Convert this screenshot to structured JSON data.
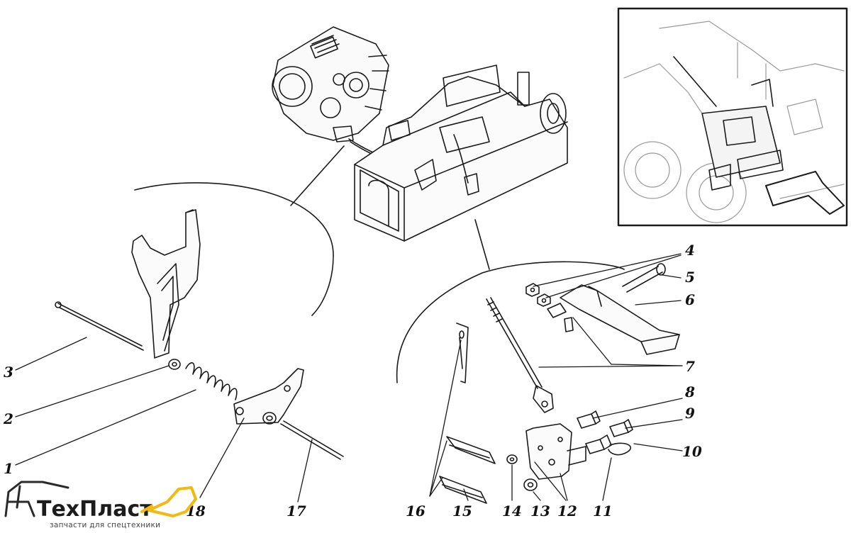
{
  "callouts": {
    "n1": "1",
    "n2": "2",
    "n3": "3",
    "n4": "4",
    "n5": "5",
    "n6": "6",
    "n7": "7",
    "n8": "8",
    "n9": "9",
    "n10": "10",
    "n11": "11",
    "n12": "12",
    "n13": "13",
    "n14": "14",
    "n15": "15",
    "n16": "16",
    "n17": "17",
    "n18": "18"
  },
  "logo": {
    "name": "ТехПласт",
    "tagline": "запчасти для спецтехники",
    "accent_color": "#f2b90f"
  },
  "colors": {
    "ink": "#1a1a1a",
    "paper": "#ffffff"
  }
}
